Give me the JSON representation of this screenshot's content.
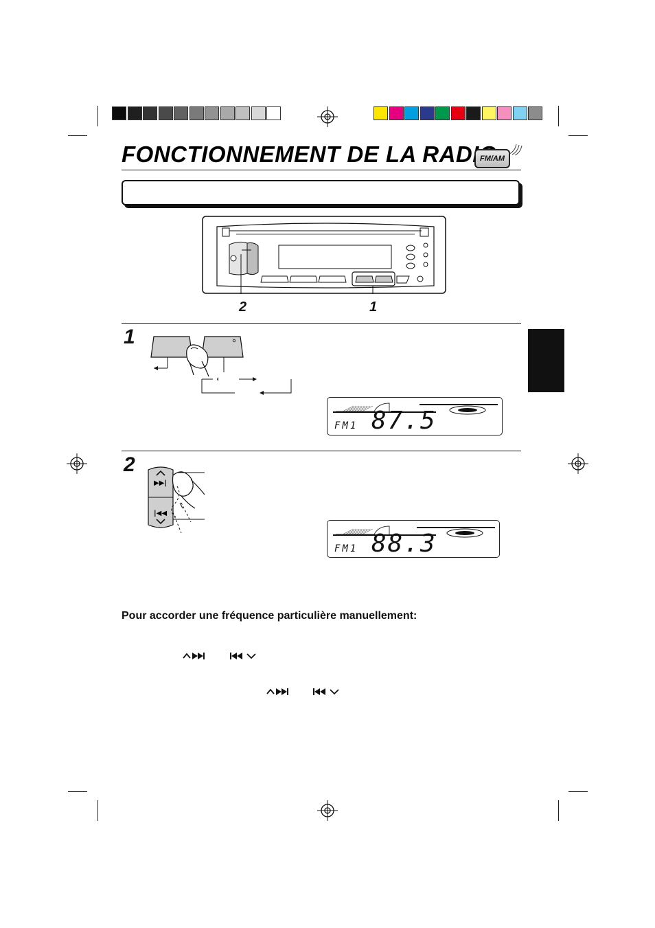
{
  "page": {
    "title": "FONCTIONNEMENT DE LA RADIO",
    "title_icon_label": "FM/AM"
  },
  "colors": {
    "grayscale_bar": [
      "#0b0b0b",
      "#1f1f1f",
      "#333333",
      "#4a4a4a",
      "#626262",
      "#7a7a7a",
      "#929292",
      "#a9a9a9",
      "#c0c0c0",
      "#d8d8d8",
      "#ffffff"
    ],
    "color_bar": [
      "#ffe600",
      "#e5007e",
      "#00a0e0",
      "#2b3a8c",
      "#00984a",
      "#e60012",
      "#1a1a1a",
      "#fff462",
      "#f58fc0",
      "#7fd2f2",
      "#8c8c8c"
    ]
  },
  "diagram": {
    "callout_left": "2",
    "callout_right": "1"
  },
  "step1": {
    "number": "1",
    "display": {
      "band": "FM1",
      "frequency": "87.5"
    }
  },
  "step2": {
    "number": "2",
    "display": {
      "band": "FM1",
      "frequency": "88.3"
    },
    "button_up_icon": "up-next-icon",
    "button_down_icon": "prev-down-icon"
  },
  "manual_tuning": {
    "heading": "Pour accorder une fréquence particulière manuellement:",
    "line1_icons": [
      "up-next-icon",
      "prev-down-icon"
    ],
    "line2_icons": [
      "up-next-icon",
      "prev-down-icon"
    ]
  }
}
